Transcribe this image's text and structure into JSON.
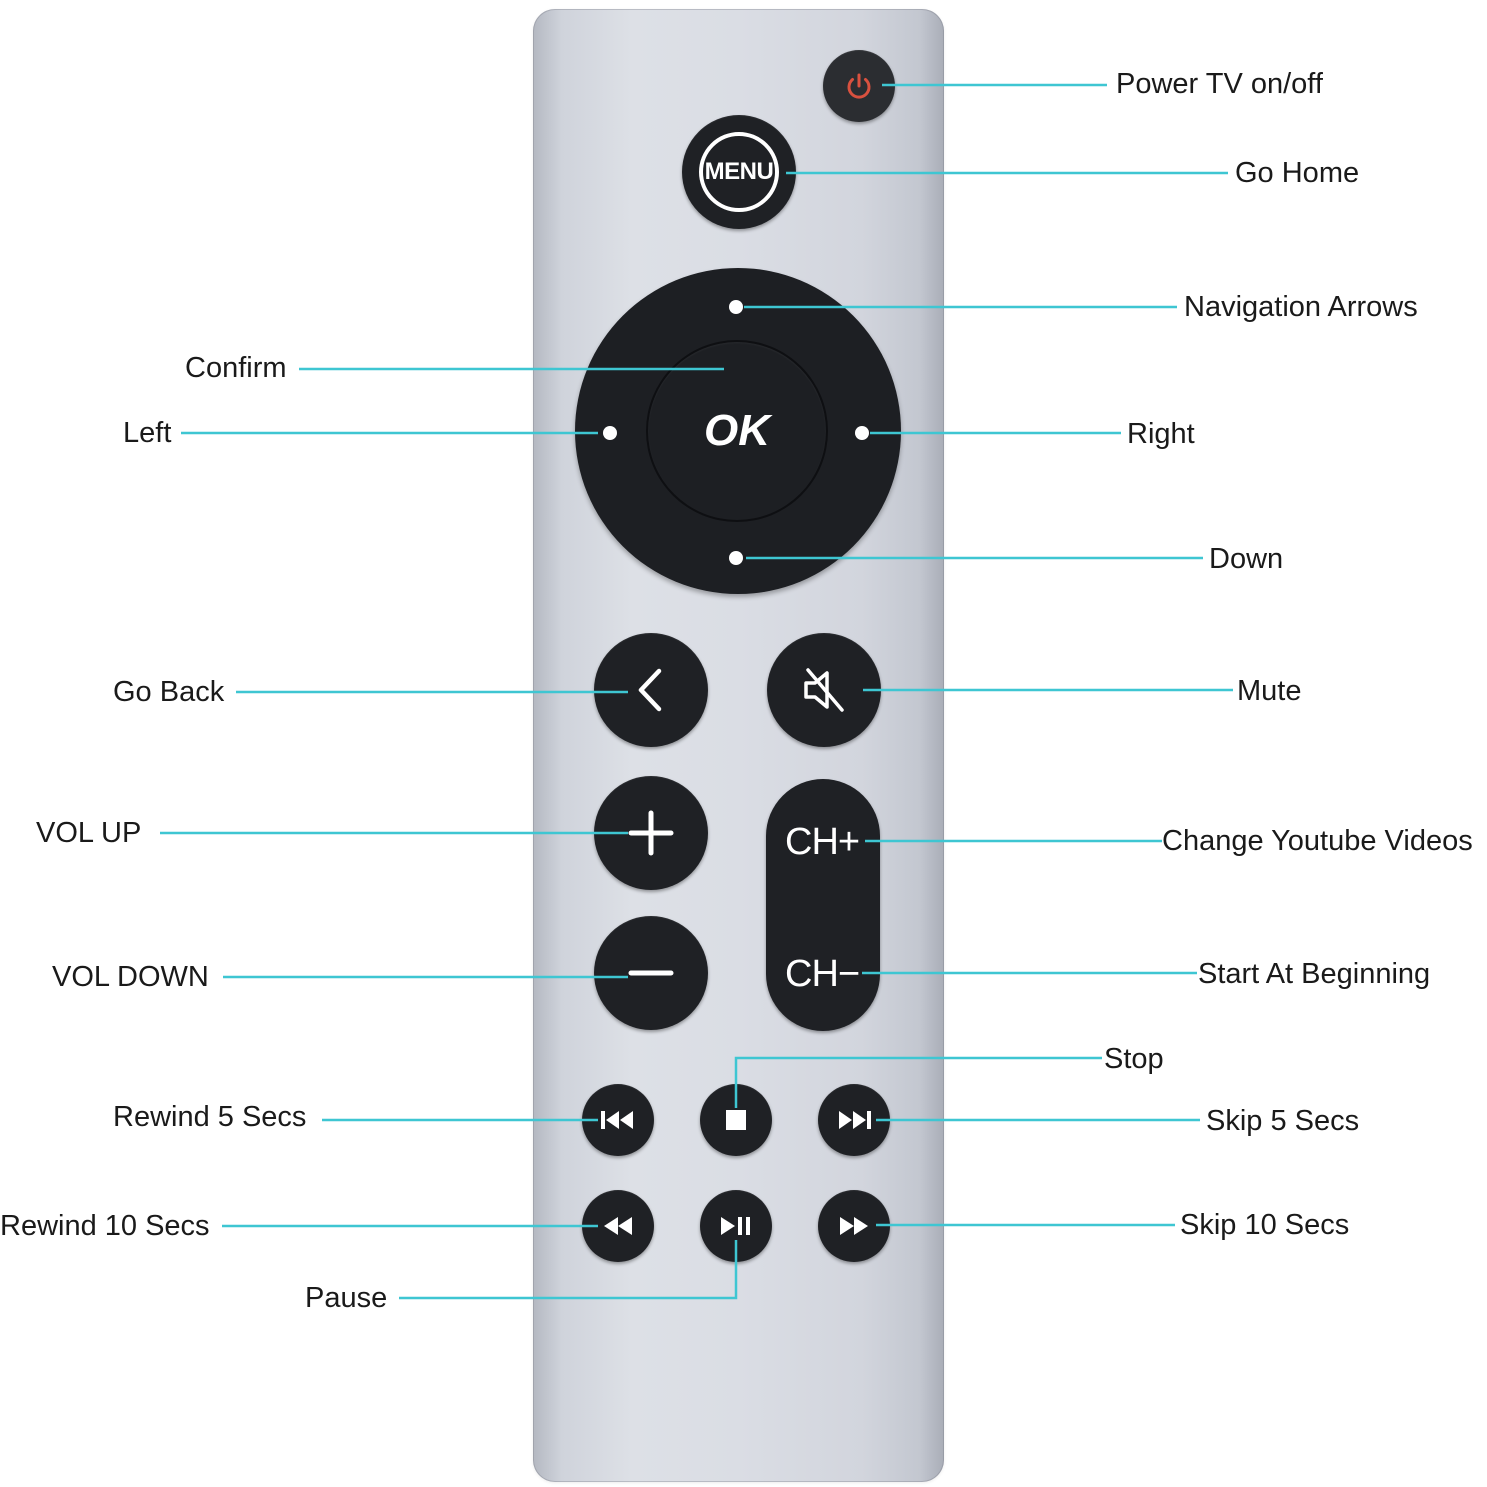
{
  "remote": {
    "menu_text": "MENU",
    "ok_text": "OK",
    "ch_plus_text": "CH+",
    "ch_minus_text": "CH−",
    "colors": {
      "body": "#d9dce3",
      "button": "#1f2125",
      "power_icon": "#d9513f",
      "leader_line": "#3ec6d2"
    }
  },
  "labels": {
    "power": "Power TV on/off",
    "home": "Go Home",
    "nav": "Navigation Arrows",
    "confirm": "Confirm",
    "left": "Left",
    "right": "Right",
    "down": "Down",
    "back": "Go Back",
    "mute": "Mute",
    "vol_up": "VOL UP",
    "ch_plus": "Change Youtube Videos",
    "vol_down": "VOL DOWN",
    "ch_minus": "Start At Beginning",
    "stop": "Stop",
    "rewind5": "Rewind 5 Secs",
    "skip5": "Skip 5 Secs",
    "rewind10": "Rewind 10 Secs",
    "skip10": "Skip 10 Secs",
    "pause": "Pause"
  },
  "icons": {
    "power": "power-icon",
    "back": "chevron-left-icon",
    "mute": "speaker-mute-icon",
    "vol_up": "plus-icon",
    "vol_down": "minus-icon",
    "rewind5": "skip-back-icon",
    "stop": "stop-icon",
    "skip5": "skip-forward-icon",
    "rewind10": "rewind-icon",
    "pause": "play-pause-icon",
    "skip10": "fast-forward-icon"
  }
}
